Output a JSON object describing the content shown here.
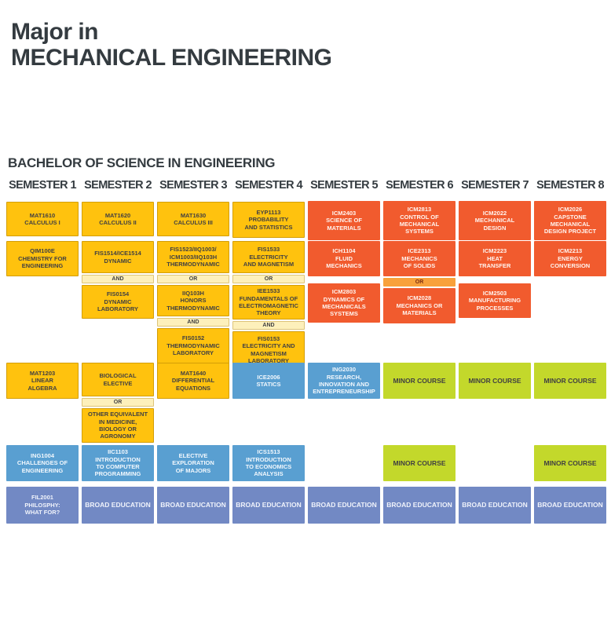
{
  "title": {
    "line1": "Major in",
    "line2": "MECHANICAL ENGINEERING"
  },
  "subtitle": "BACHELOR OF SCIENCE IN ENGINEERING",
  "semesters": [
    "SEMESTER 1",
    "SEMESTER 2",
    "SEMESTER 3",
    "SEMESTER 4",
    "SEMESTER 5",
    "SEMESTER 6",
    "SEMESTER 7",
    "SEMESTER 8"
  ],
  "connectors": {
    "and": "AND",
    "or": "OR"
  },
  "colors": {
    "yellow": "#FFC20E",
    "red": "#F15B2E",
    "blue": "#599FD1",
    "green": "#C3D82B",
    "purple": "#7289C4",
    "strip_yellow": "#FDF0BB",
    "strip_orange": "#F8A13B",
    "heading": "#343B40"
  },
  "courses": {
    "s1r1": "MAT1610\nCALCULUS I",
    "s2r1": "MAT1620\nCALCULUS II",
    "s3r1": "MAT1630\nCALCULUS III",
    "s4r1": "EYP1113\nPROBABILITY\nAND STATISTICS",
    "s5r1": "ICM2403\nSCIENCE OF\nMATERIALS",
    "s6r1": "ICM2813\nCONTROL OF\nMECHANICAL\nSYSTEMS",
    "s7r1": "ICM2022\nMECHANICAL\nDESIGN",
    "s8r1": "ICM2026\nCAPSTONE\nMECHANICAL\nDESIGN PROJECT",
    "s1r2": "QIM100E\nCHEMISTRY FOR\nENGINEERING",
    "s2r2a": "FIS1514/ICE1514\nDYNAMIC",
    "s2r2b": "FIS0154\nDYNAMIC\nLABORATORY",
    "s3r2a": "FIS1523/IIQ1003/\nICM1003/IIQ103H\nTHERMODYNAMIC",
    "s3r2b": "IIQ103H\nHONORS\nTHERMODYNAMIC",
    "s3r2c": "FIS0152\nTHERMODYNAMIC\nLABORATORY",
    "s4r2a": "FIS1533\nELECTRICITY\nAND MAGNETISM",
    "s4r2b": "IEE1533\nFUNDAMENTALS OF\nELECTROMAGNETIC\nTHEORY",
    "s4r2c": "FIS0153\nELECTRICITY AND\nMAGNETISM\nLABORATORY",
    "s5r2": "ICH1104\nFLUID\nMECHANICS",
    "s5r3": "ICM2803\nDYNAMICS OF\nMECHANICALS\nSYSTEMS",
    "s6r2a": "ICE2313\nMECHANICS\nOF SOLIDS",
    "s6r2b": "ICM2028\nMECHANICS OR\nMATERIALS",
    "s7r2": "ICM2223\nHEAT\nTRANSFER",
    "s7r3": "ICM2503\nMANUFACTURING\nPROCESSES",
    "s8r2": "ICM2213\nENERGY\nCONVERSION",
    "s1r4": "MAT1203\nLINEAR\nALGEBRA",
    "s2r4a": "BIOLOGICAL\nELECTIVE",
    "s2r4b": "OTHER EQUIVALENT\nIN MEDICINE,\nBIOLOGY OR\nAGRONOMY",
    "s3r4": "MAT1640\nDIFFERENTIAL\nEQUATIONS",
    "s4r4": "ICE2006\nSTATICS",
    "s5r4": "ING2030\nRESEARCH,\nINNOVATION AND\nENTREPRENEURSHIP",
    "minor": "MINOR COURSE",
    "s1r5": "ING1004\nCHALLENGES OF\nENGINEERING",
    "s2r5": "IIC1103\nINTRODUCTION\nTO COMPUTER\nPROGRAMMING",
    "s3r5": "ELECTIVE\nEXPLORATION\nOF MAJORS",
    "s4r5": "ICS1513\nINTRODUCTION\nTO ECONOMICS\nANALYSIS",
    "s1r6": "FIL2001\nPHILOSPHY:\nWHAT FOR?",
    "broad": "BROAD EDUCATION"
  }
}
